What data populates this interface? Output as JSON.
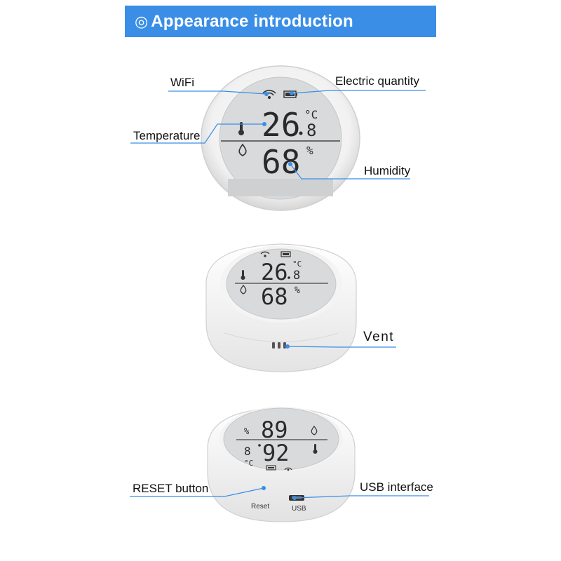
{
  "header": {
    "icon": "double-circle-icon",
    "title": "Appearance introduction"
  },
  "colors": {
    "banner": "#3a8ee6",
    "lead_line": "#3a8ee6",
    "lcd": "#d9dadb"
  },
  "device_front": {
    "labels": {
      "wifi": "WiFi",
      "electric_quantity": "Electric quantity",
      "temperature": "Temperature",
      "humidity": "Humidity"
    },
    "screen": {
      "temp_main": "26",
      "temp_decimal": "8",
      "temp_unit": "°C",
      "humidity": "68",
      "humidity_unit": "%"
    }
  },
  "device_side": {
    "labels": {
      "vent": "Vent"
    },
    "screen": {
      "temp_main": "26",
      "temp_decimal": "8",
      "temp_unit": "°C",
      "humidity": "68",
      "humidity_unit": "%"
    }
  },
  "device_back": {
    "labels": {
      "reset_button": "RESET button",
      "usb_interface": "USB interface"
    },
    "printed": {
      "reset": "Reset",
      "usb": "USB"
    },
    "screen": {
      "humidity": "89",
      "humidity_unit": "%",
      "temp_main": "92",
      "temp_decimal": "8",
      "temp_unit": "°C"
    }
  }
}
